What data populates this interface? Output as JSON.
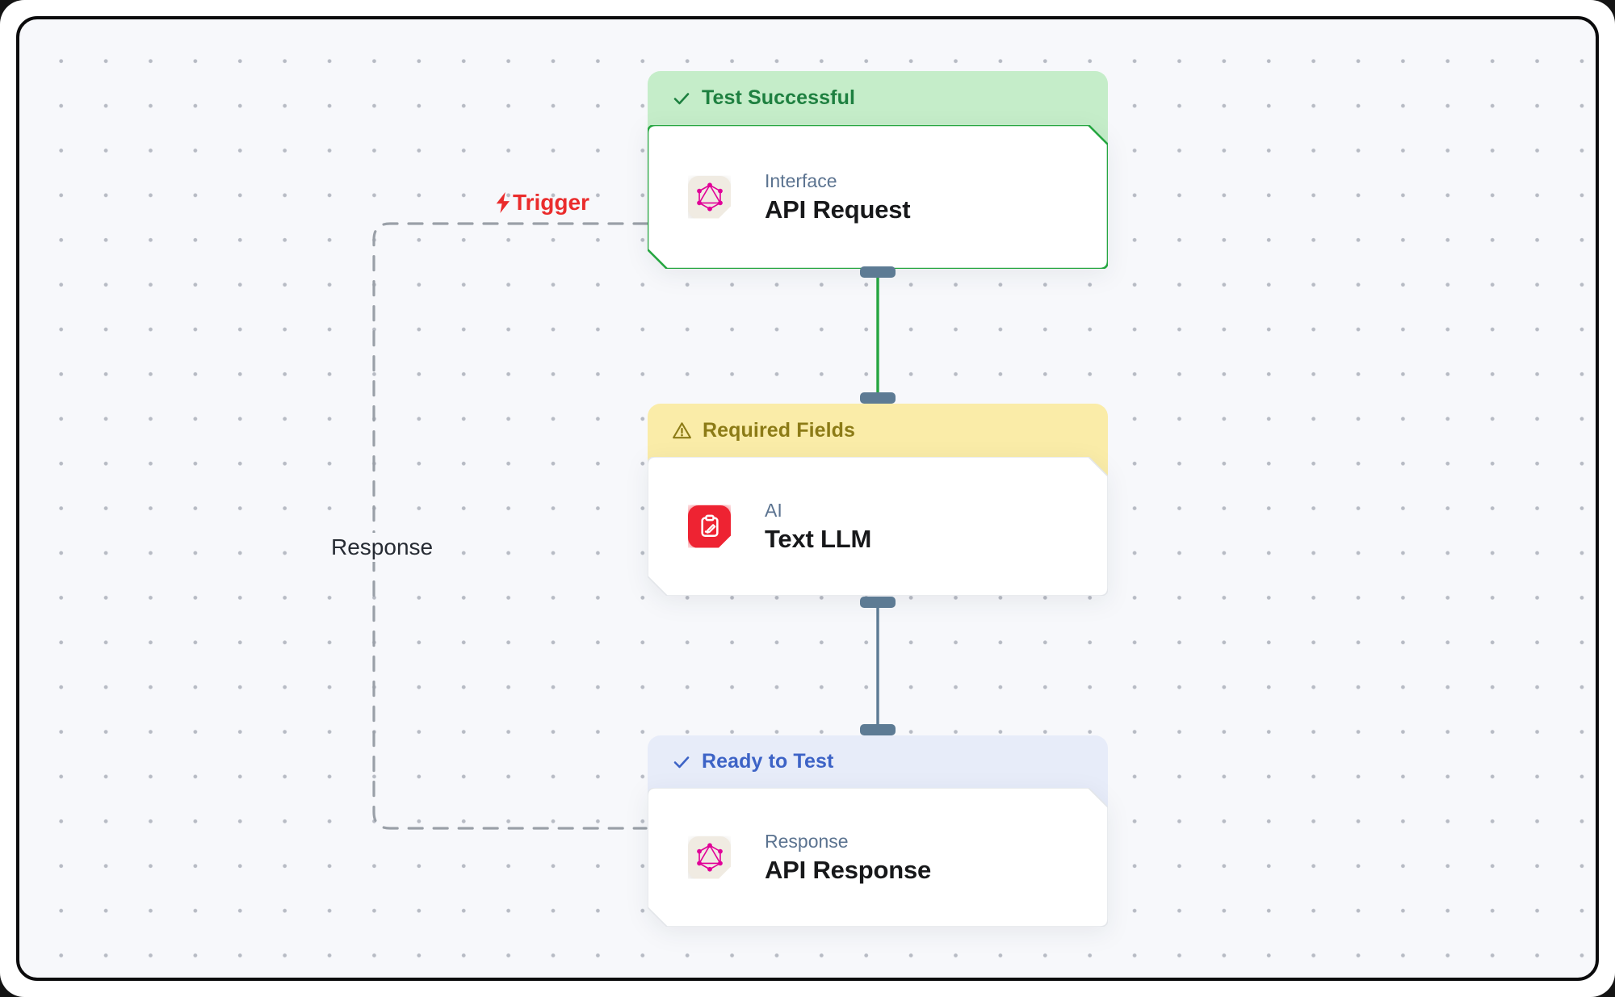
{
  "canvas": {
    "type": "workflow-editor",
    "background": "#f7f8fb",
    "dot_grid": true
  },
  "nodes": [
    {
      "id": "api-request",
      "status_label": "Test Successful",
      "status_icon": "check-icon",
      "status_color": "#1e8040",
      "status_bg": "#c5edc9",
      "border_color": "#26a641",
      "icon": "graphql-icon",
      "category": "Interface",
      "title": "API Request"
    },
    {
      "id": "text-llm",
      "status_label": "Required Fields",
      "status_icon": "warning-icon",
      "status_color": "#8c7b16",
      "status_bg": "#faeca8",
      "border_color": "#e3e6ea",
      "icon": "clipboard-pen-icon",
      "category": "AI",
      "title": "Text LLM"
    },
    {
      "id": "api-response",
      "status_label": "Ready to Test",
      "status_icon": "check-icon",
      "status_color": "#3d63c6",
      "status_bg": "#e7ecf9",
      "border_color": "#e3e6ea",
      "icon": "graphql-icon",
      "category": "Response",
      "title": "API Response"
    }
  ],
  "edges": [
    {
      "from": "api-request",
      "to": "text-llm",
      "style": "solid",
      "color": "#26a641",
      "label": ""
    },
    {
      "from": "text-llm",
      "to": "api-response",
      "style": "solid",
      "color": "#5d7b94",
      "label": ""
    },
    {
      "from": "api-response",
      "to": "api-request",
      "style": "dashed",
      "color": "#9aa0a8",
      "label": "Response"
    }
  ],
  "labels": {
    "trigger": "Trigger",
    "response_edge": "Response"
  },
  "colors": {
    "frame": "#0b0b0c",
    "canvas": "#f7f8fb",
    "dot": "#b7bbc4",
    "green": "#1e8040",
    "green-bg": "#c5edc9",
    "green-border": "#26a641",
    "yellow": "#8c7b16",
    "yellow-bg": "#faeca8",
    "blue": "#3d63c6",
    "blue-bg": "#e7ecf9",
    "red": "#ee2332",
    "red-label": "#ea2c2c",
    "pink": "#e10098",
    "beige": "#f0ebe2",
    "slate": "#5d7b94",
    "slate-text": "#5b7390"
  }
}
